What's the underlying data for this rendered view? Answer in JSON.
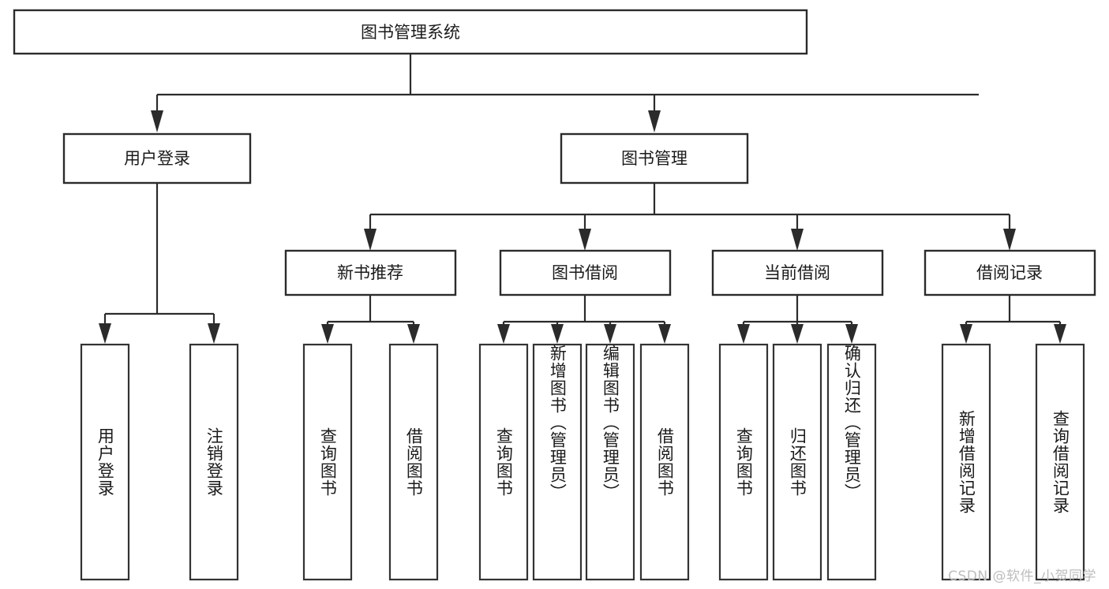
{
  "diagram": {
    "type": "tree",
    "title": "图书管理系统",
    "orientation": "top-down",
    "colors": {
      "box_stroke": "#2b2b2b",
      "box_fill": "#ffffff",
      "edge": "#2b2b2b",
      "text": "#1a1a1a",
      "watermark": "#bdbdbd",
      "background": "#ffffff"
    },
    "root": {
      "label": "图书管理系统"
    },
    "level1": [
      {
        "label": "用户登录"
      },
      {
        "label": "图书管理"
      }
    ],
    "level2": [
      {
        "label": "新书推荐"
      },
      {
        "label": "图书借阅"
      },
      {
        "label": "当前借阅"
      },
      {
        "label": "借阅记录"
      }
    ],
    "leaves": {
      "user_login": [
        {
          "label": "用户登录"
        },
        {
          "label": "注销登录"
        }
      ],
      "new_book_recommend": [
        {
          "label": "查询图书"
        },
        {
          "label": "借阅图书"
        }
      ],
      "book_borrow": [
        {
          "label": "查询图书"
        },
        {
          "label": "新增图书（管理员）"
        },
        {
          "label": "编辑图书（管理员）"
        },
        {
          "label": "借阅图书"
        }
      ],
      "current_borrow": [
        {
          "label": "查询图书"
        },
        {
          "label": "归还图书"
        },
        {
          "label": "确认归还（管理员）"
        }
      ],
      "borrow_record": [
        {
          "label": "新增借阅记录"
        },
        {
          "label": "查询借阅记录"
        }
      ]
    }
  },
  "watermark": {
    "text": "CSDN @软件_小贺同学"
  }
}
